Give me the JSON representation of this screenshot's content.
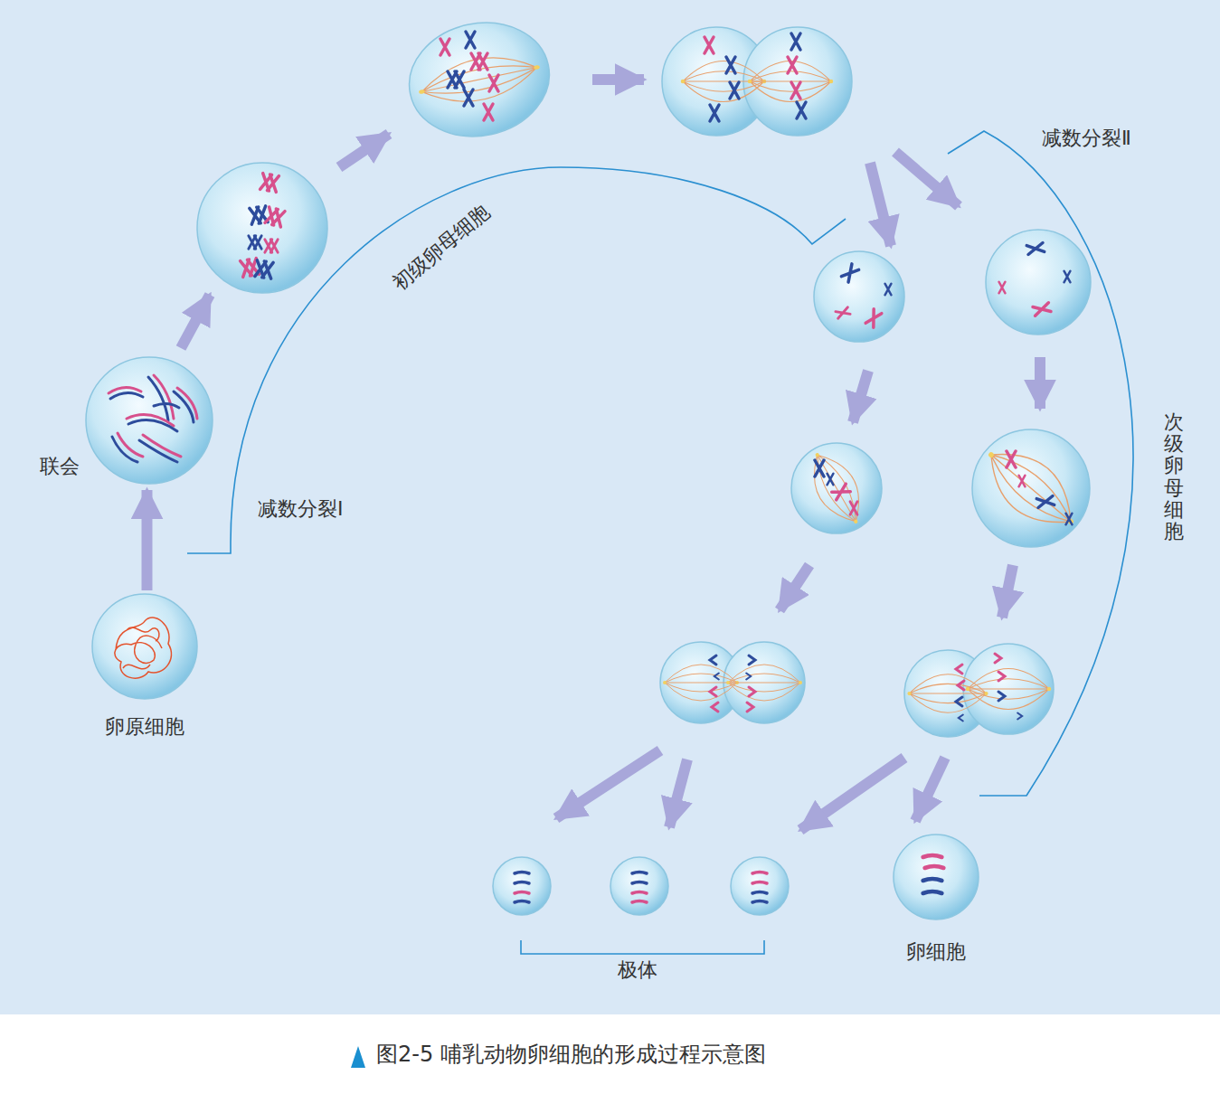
{
  "diagram": {
    "caption": "图2-5 哺乳动物卵细胞的形成过程示意图",
    "nodes": [
      {
        "text": [
          "卵原细胞"
        ]
      },
      {
        "text": [
          "联会"
        ]
      },
      {
        "text": [
          "卵细胞"
        ]
      }
    ],
    "edges": [
      {
        "from": 0,
        "to": 1,
        "arrow": "to"
      }
    ],
    "labels": [
      "减数分裂Ⅰ",
      "初级卵母细胞",
      "减数分裂Ⅱ",
      "次级卵母细胞",
      "极体"
    ]
  }
}
